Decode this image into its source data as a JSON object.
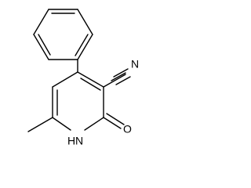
{
  "molecule": {
    "atoms": {
      "nitrile_n": "N",
      "carbonyl_o": "O",
      "ring_nh": "H",
      "ring_n": "N"
    }
  }
}
